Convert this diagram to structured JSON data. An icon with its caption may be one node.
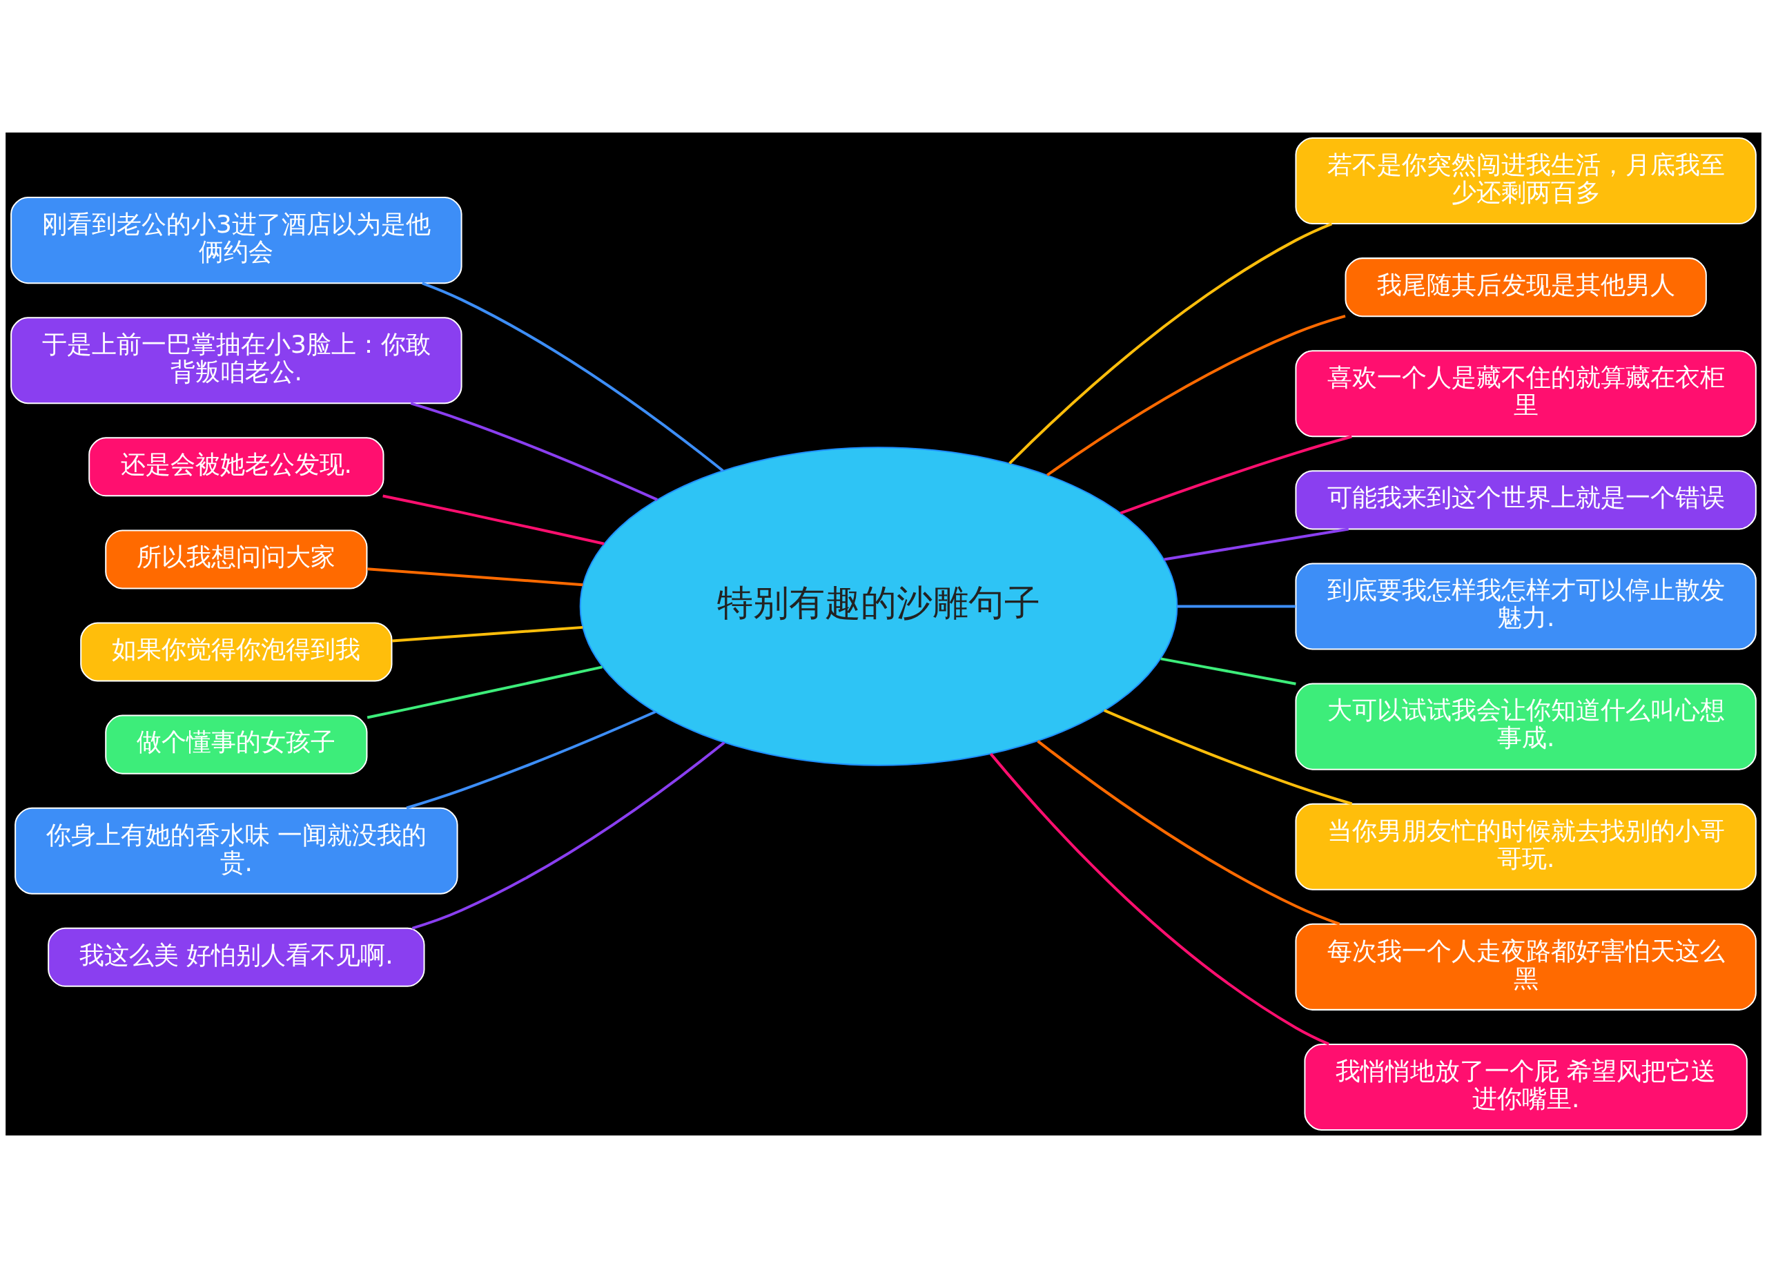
{
  "diagram": {
    "nodes": [
      {
        "text": [
          "特别有趣的沙雕句子"
        ]
      },
      {
        "text": [
          "刚看到老公的小3进了酒店以为是他俩约会"
        ]
      },
      {
        "text": [
          "于是上前一巴掌抽在小3脸上：你敢背叛咱老公."
        ]
      },
      {
        "text": [
          "还是会被她老公发现."
        ]
      },
      {
        "text": [
          "所以我想问问大家"
        ]
      },
      {
        "text": [
          "如果你觉得你泡得到我"
        ]
      },
      {
        "text": [
          "做个懂事的女孩子"
        ]
      },
      {
        "text": [
          "你身上有她的香水味 一闻就没我的贵."
        ]
      },
      {
        "text": [
          "我这么美 好怕别人看不见啊."
        ]
      },
      {
        "text": [
          "若不是你突然闯进我生活，月底我至少还剩两百多"
        ]
      },
      {
        "text": [
          "我尾随其后发现是其他男人"
        ]
      },
      {
        "text": [
          "喜欢一个人是藏不住的就算藏在衣柜里"
        ]
      },
      {
        "text": [
          "可能我来到这个世界上就是一个错误"
        ]
      },
      {
        "text": [
          "到底要我怎样我怎样才可以停止散发魅力."
        ]
      },
      {
        "text": [
          "大可以试试我会让你知道什么叫心想事成."
        ]
      },
      {
        "text": [
          "当你男朋友忙的时候就去找别的小哥哥玩."
        ]
      },
      {
        "text": [
          "每次我一个人走夜路都好害怕天这么黑"
        ]
      },
      {
        "text": [
          "我悄悄地放了一个屁 希望风把它送进你嘴里."
        ]
      }
    ],
    "edges": [
      {
        "from": 0,
        "to": 1,
        "arrow": "none",
        "color": "#3d8ef7"
      },
      {
        "from": 0,
        "to": 2,
        "arrow": "none",
        "color": "#8a3ff0"
      },
      {
        "from": 0,
        "to": 3,
        "arrow": "none",
        "color": "#ff0f6f"
      },
      {
        "from": 0,
        "to": 4,
        "arrow": "none",
        "color": "#ff6a00"
      },
      {
        "from": 0,
        "to": 5,
        "arrow": "none",
        "color": "#ffbe0b"
      },
      {
        "from": 0,
        "to": 6,
        "arrow": "none",
        "color": "#3ded7a"
      },
      {
        "from": 0,
        "to": 7,
        "arrow": "none",
        "color": "#3d8ef7"
      },
      {
        "from": 0,
        "to": 8,
        "arrow": "none",
        "color": "#8a3ff0"
      },
      {
        "from": 0,
        "to": 9,
        "arrow": "none",
        "color": "#ffbe0b"
      },
      {
        "from": 0,
        "to": 10,
        "arrow": "none",
        "color": "#ff6a00"
      },
      {
        "from": 0,
        "to": 11,
        "arrow": "none",
        "color": "#ff0f6f"
      },
      {
        "from": 0,
        "to": 12,
        "arrow": "none",
        "color": "#8a3ff0"
      },
      {
        "from": 0,
        "to": 13,
        "arrow": "none",
        "color": "#3d8ef7"
      },
      {
        "from": 0,
        "to": 14,
        "arrow": "none",
        "color": "#3ded7a"
      },
      {
        "from": 0,
        "to": 15,
        "arrow": "none",
        "color": "#ffbe0b"
      },
      {
        "from": 0,
        "to": 16,
        "arrow": "none",
        "color": "#ff6a00"
      },
      {
        "from": 0,
        "to": 17,
        "arrow": "none",
        "color": "#ff0f6f"
      }
    ]
  }
}
